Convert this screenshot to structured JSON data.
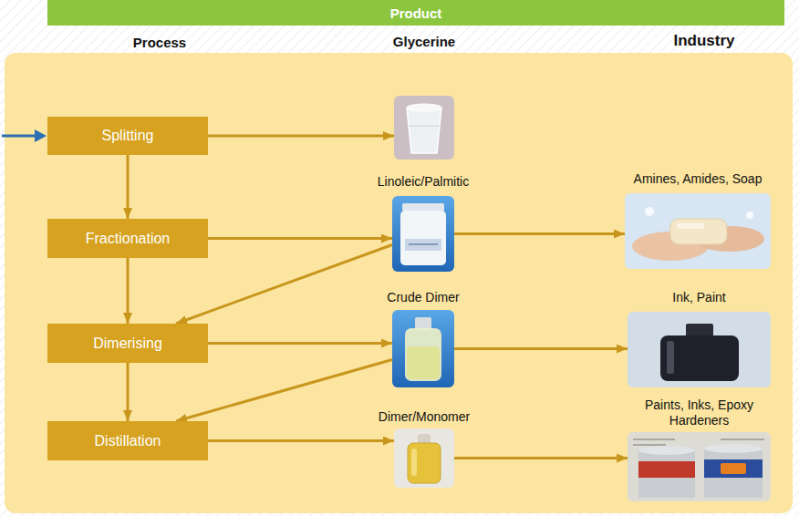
{
  "diagram": {
    "nodes": [
      {
        "text": [
          "Product"
        ]
      },
      {
        "text": [
          "Splitting"
        ]
      },
      {
        "text": [
          "Glycerine"
        ]
      },
      {
        "text": [
          "Fractionation"
        ]
      },
      {
        "text": [
          "Linoleic/Palmitic"
        ]
      },
      {
        "text": [
          "Amines, Amides, Soap"
        ]
      },
      {
        "text": [
          "Dimerising"
        ]
      },
      {
        "text": [
          "Crude Dimer"
        ]
      },
      {
        "text": [
          "Ink, Paint"
        ]
      },
      {
        "text": [
          "Distillation"
        ]
      },
      {
        "text": [
          "Dimer/Monomer"
        ]
      },
      {
        "text": [
          "Paints, Inks, Epoxy Hardeners"
        ]
      }
    ],
    "edges": [
      {
        "from": 1,
        "to": 3,
        "arrow": "to"
      },
      {
        "from": 3,
        "to": 6,
        "arrow": "to"
      },
      {
        "from": 6,
        "to": 9,
        "arrow": "to"
      },
      {
        "from": 1,
        "to": 2,
        "arrow": "to"
      },
      {
        "from": 3,
        "to": 4,
        "arrow": "to"
      },
      {
        "from": 4,
        "to": 6,
        "arrow": "to"
      },
      {
        "from": 6,
        "to": 7,
        "arrow": "to"
      },
      {
        "from": 7,
        "to": 9,
        "arrow": "to"
      },
      {
        "from": 9,
        "to": 10,
        "arrow": "to"
      },
      {
        "from": 4,
        "to": 5,
        "arrow": "to"
      },
      {
        "from": 7,
        "to": 8,
        "arrow": "to"
      },
      {
        "from": 10,
        "to": 11,
        "arrow": "to"
      }
    ],
    "labels": [
      "Process",
      "Industry"
    ]
  }
}
